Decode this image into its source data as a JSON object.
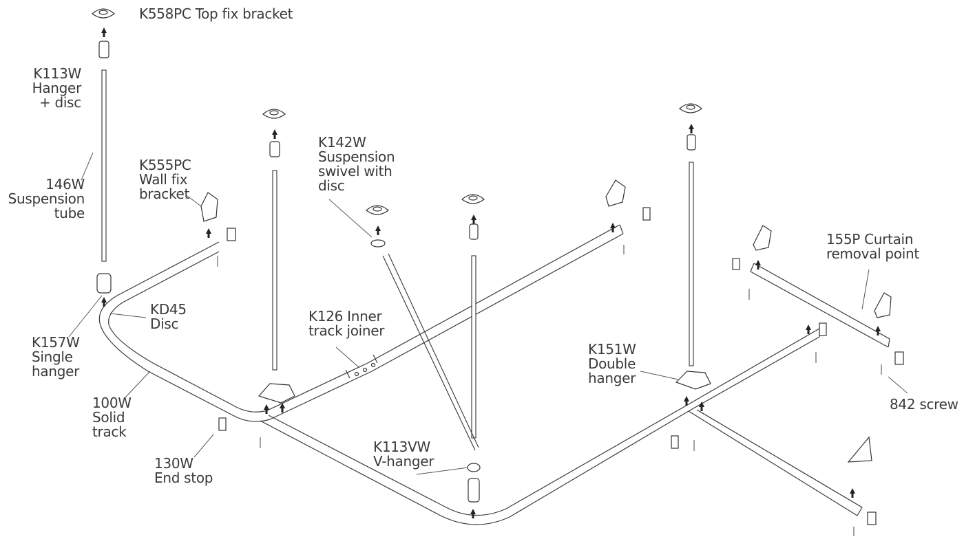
{
  "labels": {
    "top_fix": "K558PC Top fix bracket",
    "hanger_disc": "K113W\nHanger\n+ disc",
    "susp_tube": "146W\nSuspension\ntube",
    "wall_fix": "K555PC\nWall fix\nbracket",
    "swivel": "K142W\nSuspension\nswivel with\ndisc",
    "disc": "KD45\nDisc",
    "single_hanger": "K157W\nSingle\nhanger",
    "inner_joiner": "K126 Inner\ntrack joiner",
    "solid_track": "100W\nSolid\ntrack",
    "end_stop": "130W\nEnd stop",
    "v_hanger": "K113VW\nV-hanger",
    "double_hanger": "K151W\nDouble\nhanger",
    "removal_point": "155P Curtain\nremoval point",
    "screw": "842 screw"
  },
  "colors": {
    "line": "#3a3a3a",
    "background": "#ffffff"
  }
}
